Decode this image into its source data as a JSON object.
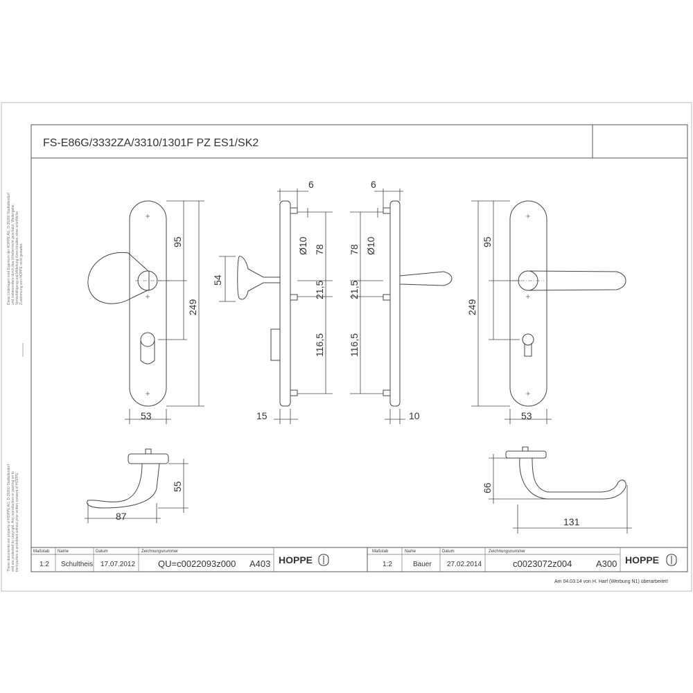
{
  "title": "FS-E86G/3332ZA/3310/1301F PZ ES1/SK2",
  "dims": {
    "d6a": "6",
    "d6b": "6",
    "d95a": "95",
    "d95b": "95",
    "d249a": "249",
    "d249b": "249",
    "d53a": "53",
    "d53b": "53",
    "d54": "54",
    "d10a": "Ø10",
    "d10b": "Ø10",
    "d78a": "78",
    "d78b": "78",
    "d215a": "21,5",
    "d215b": "21,5",
    "d1165a": "116,5",
    "d1165b": "116,5",
    "d15": "15",
    "d10c": "10",
    "d55": "55",
    "d87": "87",
    "d66": "66",
    "d131": "131"
  },
  "titleblock_left": {
    "h_scale": "Maßstab",
    "h_name": "Name",
    "h_date": "Datum",
    "h_num": "Zeichnungsnummer",
    "scale": "1:2",
    "name": "Schultheis",
    "date": "17.07.2012",
    "number": "QU=c0022093z000",
    "format": "A403",
    "brand": "HOPPE"
  },
  "titleblock_right": {
    "h_scale": "Maßstab",
    "h_name": "Name",
    "h_date": "Datum",
    "h_num": "Zeichnungsnummer",
    "scale": "1:2",
    "name": "Bauer",
    "date": "27.02.2014",
    "number": "c0023072z004",
    "format": "A300",
    "brand": "HOPPE"
  },
  "revision_note": "Am 04.03.14 von H. Harf (Werbung N1) überarbeitet!",
  "side_text_de": "Diese Unterlagen sind Eigentum der HOPPE AG, D-35260 Stadtallendorf\nund insbesondere durch das Urheberrecht geschützt. Weitergabe,\nVervielfältigung und Mitteilung ihres Inhaltes ohne schriftliche\nZustimmung von HOPPE nicht gestattet.",
  "side_text_en": "These documents are property of HOPPE AG, D-35260 Stadtallendorf\nand are protected by copyright. Any reproduction or passing on to\nthird parties is prohibited without prior written consent of HOPPE."
}
